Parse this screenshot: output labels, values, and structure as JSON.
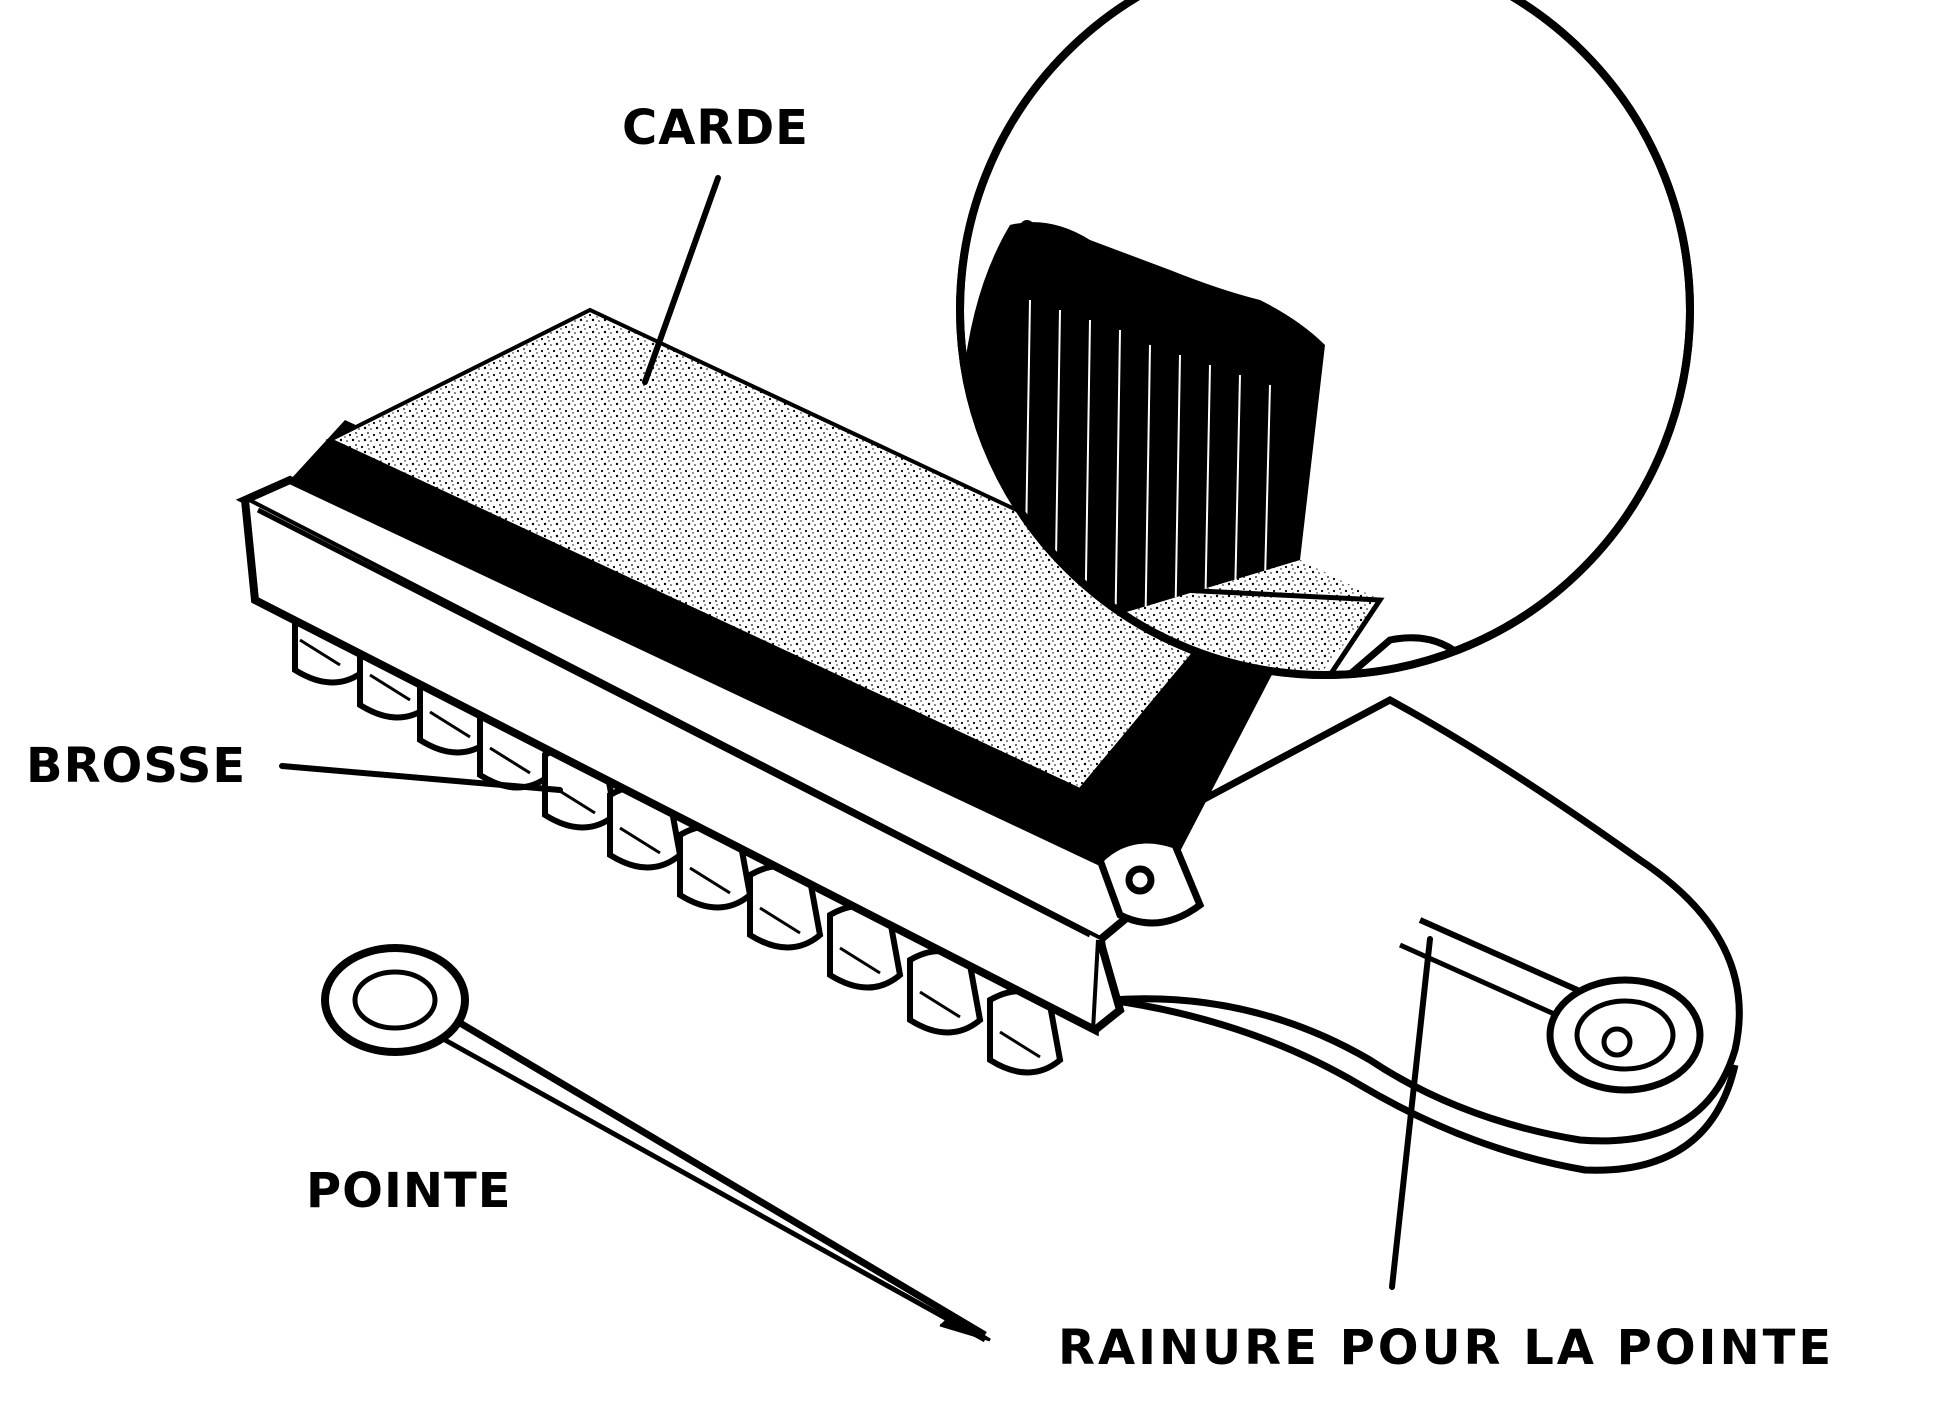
{
  "labels": {
    "carde": "CARDE",
    "brosse": "BROSSE",
    "pointe": "POINTE",
    "rainure": "RAINURE POUR LA POINTE"
  }
}
